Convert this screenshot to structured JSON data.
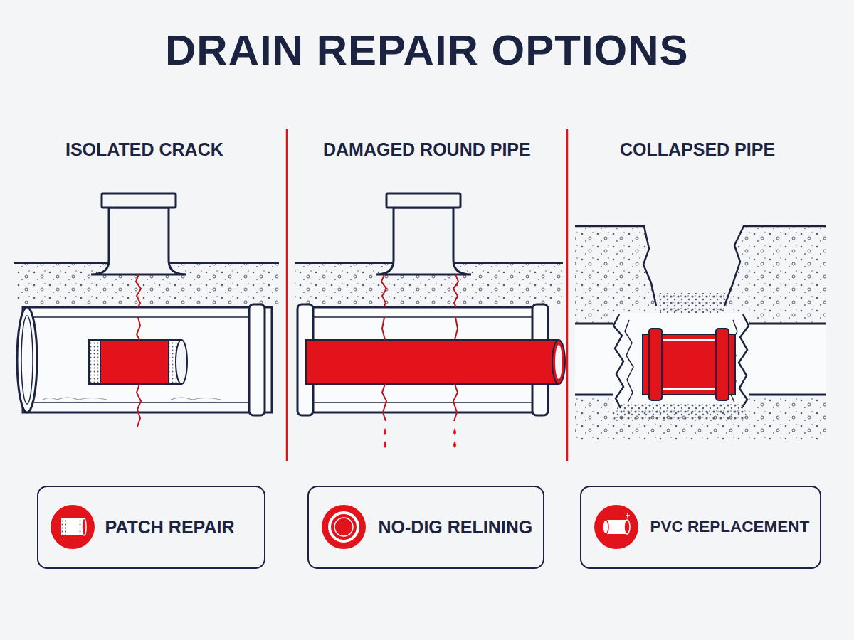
{
  "diagram": {
    "title": "DRAIN REPAIR OPTIONS",
    "nodes": [
      {
        "text": [
          "PATCH REPAIR"
        ]
      },
      {
        "text": [
          "NO-DIG RELINING"
        ]
      },
      {
        "text": [
          "PVC REPLACEMENT"
        ]
      }
    ],
    "labels": [
      "ISOLATED CRACK",
      "DAMAGED ROUND PIPE",
      "COLLAPSED PIPE"
    ]
  }
}
